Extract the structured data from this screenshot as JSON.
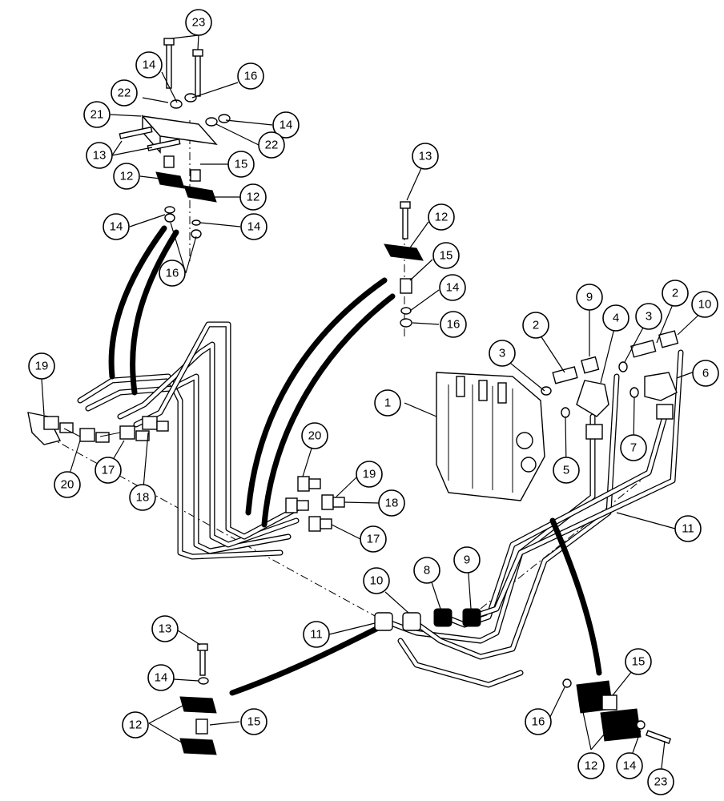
{
  "callouts": [
    {
      "label": "23"
    },
    {
      "label": "14"
    },
    {
      "label": "16"
    },
    {
      "label": "22"
    },
    {
      "label": "21"
    },
    {
      "label": "14"
    },
    {
      "label": "22"
    },
    {
      "label": "13"
    },
    {
      "label": "15"
    },
    {
      "label": "12"
    },
    {
      "label": "12"
    },
    {
      "label": "14"
    },
    {
      "label": "14"
    },
    {
      "label": "16"
    },
    {
      "label": "13"
    },
    {
      "label": "12"
    },
    {
      "label": "15"
    },
    {
      "label": "14"
    },
    {
      "label": "16"
    },
    {
      "label": "9"
    },
    {
      "label": "2"
    },
    {
      "label": "3"
    },
    {
      "label": "4"
    },
    {
      "label": "3"
    },
    {
      "label": "2"
    },
    {
      "label": "10"
    },
    {
      "label": "6"
    },
    {
      "label": "7"
    },
    {
      "label": "5"
    },
    {
      "label": "1"
    },
    {
      "label": "19"
    },
    {
      "label": "20"
    },
    {
      "label": "17"
    },
    {
      "label": "18"
    },
    {
      "label": "20"
    },
    {
      "label": "19"
    },
    {
      "label": "18"
    },
    {
      "label": "17"
    },
    {
      "label": "11"
    },
    {
      "label": "10"
    },
    {
      "label": "8"
    },
    {
      "label": "9"
    },
    {
      "label": "11"
    },
    {
      "label": "13"
    },
    {
      "label": "14"
    },
    {
      "label": "15"
    },
    {
      "label": "12"
    },
    {
      "label": "15"
    },
    {
      "label": "16"
    },
    {
      "label": "12"
    },
    {
      "label": "14"
    },
    {
      "label": "23"
    }
  ]
}
